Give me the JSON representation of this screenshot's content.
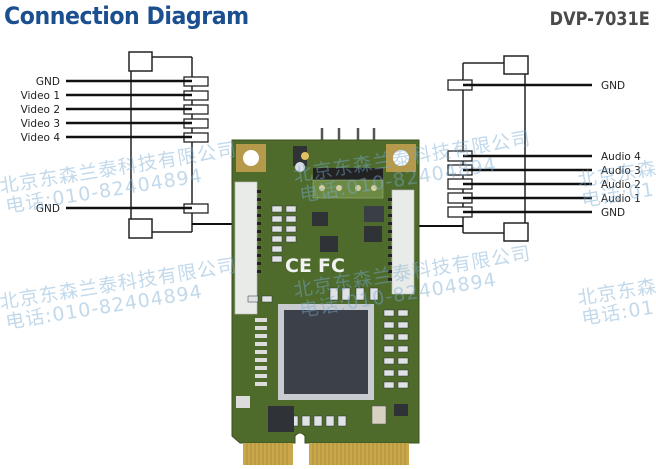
{
  "header": {
    "title": "Connection Diagram",
    "model": "DVP-7031E"
  },
  "video_connector": {
    "pins": [
      "GND",
      "Video 1",
      "Video 2",
      "Video 3",
      "Video 4"
    ],
    "bottom_pin": "GND"
  },
  "audio_connector": {
    "top_pin": "GND",
    "pins": [
      "Audio 4",
      "Audio 3",
      "Audio 2",
      "Audio 1",
      "GND"
    ]
  },
  "board": {
    "cert_marks": [
      "CE",
      "FC"
    ]
  },
  "watermark": {
    "company": "北京东森兰泰科技有限公司",
    "phone": "电话:010-82404894",
    "company_partial": "北京东森",
    "phone_partial": "电话:01"
  },
  "colors": {
    "title": "#1b4f8f",
    "model": "#4a4a4a",
    "pcb": "#4e6b2c",
    "gold": "#c8a84a",
    "chip": "#3c4048"
  }
}
